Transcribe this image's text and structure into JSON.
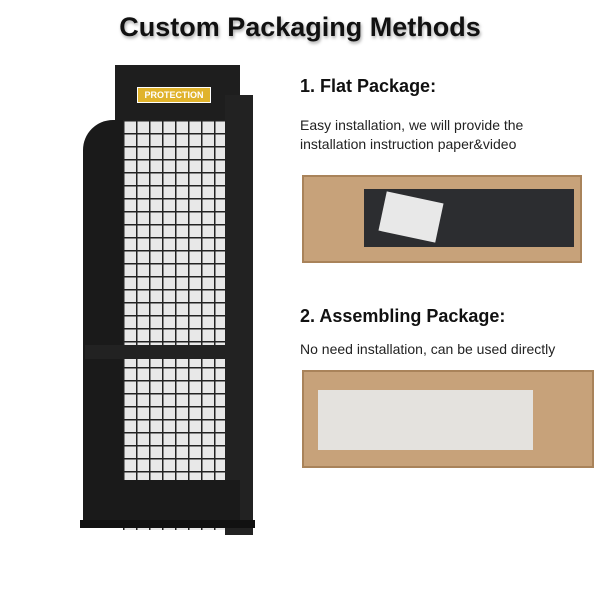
{
  "title": "Custom Packaging Methods",
  "sections": [
    {
      "heading": "1. Flat Package:",
      "description_lines": [
        "Easy installation, we will provide the",
        "installation instruction paper&video"
      ]
    },
    {
      "heading": "2. Assembling Package:",
      "description_lines": [
        "No need installation, can be used directly"
      ]
    }
  ],
  "product_logo_text": "PROTECTION",
  "colors": {
    "stand": "#1c1c1c",
    "box": "#c7a27a",
    "logo": "#e0b32c"
  }
}
